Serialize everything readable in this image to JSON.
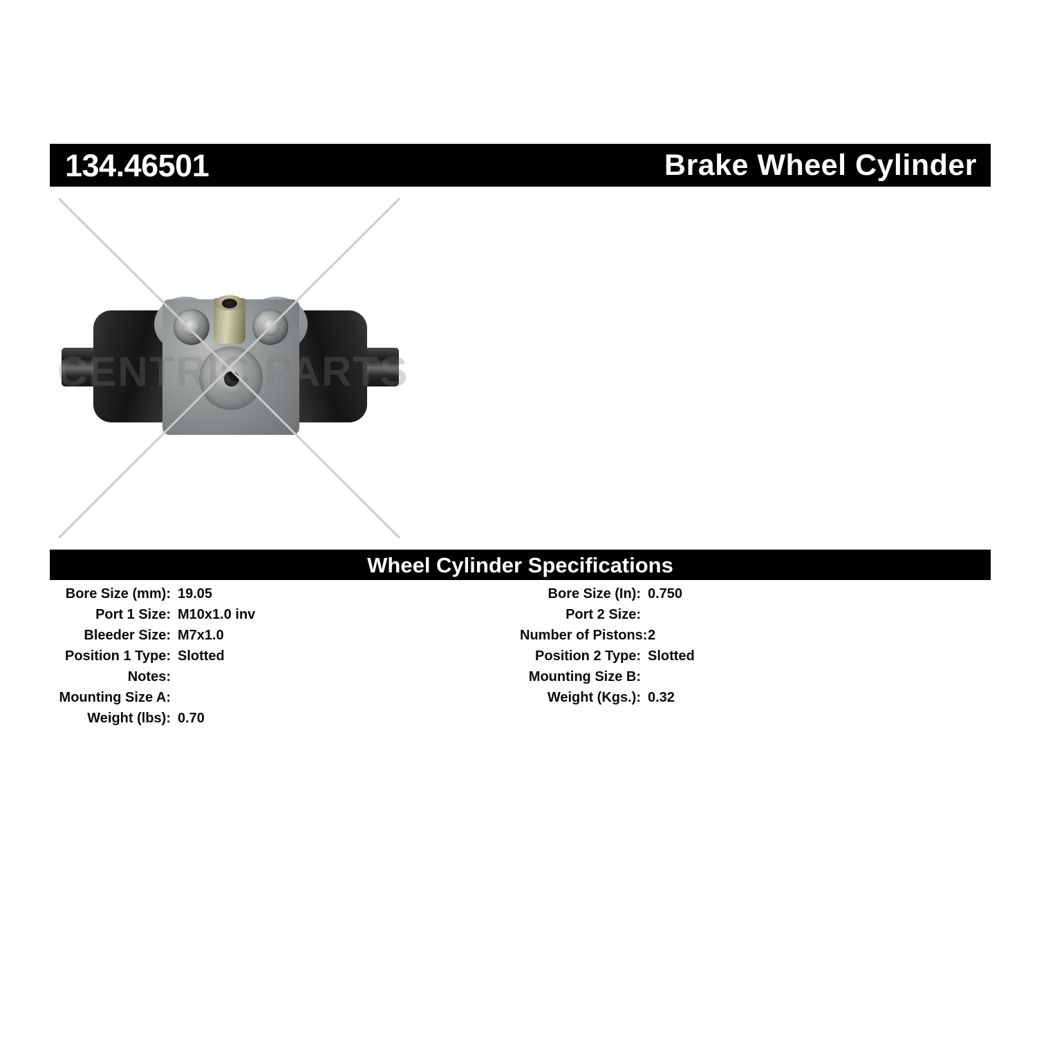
{
  "header": {
    "part_number": "134.46501",
    "product_title": "Brake Wheel Cylinder"
  },
  "product_image": {
    "watermark_text": "CENTRIC PARTS",
    "alt": "Brake wheel cylinder with two rubber boots, mounting bolts, bleeder screw and inlet port",
    "overlay": "diagonal-x-cross",
    "x_line_color": "#cccccc"
  },
  "specifications": {
    "section_title": "Wheel Cylinder Specifications",
    "left_column": [
      {
        "label": "Bore Size (mm):",
        "value": "19.05"
      },
      {
        "label": "Port 1 Size:",
        "value": "M10x1.0 inv"
      },
      {
        "label": "Bleeder Size:",
        "value": "M7x1.0"
      },
      {
        "label": "Position 1 Type:",
        "value": "Slotted"
      },
      {
        "label": "Notes:",
        "value": ""
      },
      {
        "label": "Mounting Size A:",
        "value": ""
      },
      {
        "label": "Weight (lbs):",
        "value": "0.70"
      }
    ],
    "right_column": [
      {
        "label": "Bore Size (In):",
        "value": "0.750"
      },
      {
        "label": "Port 2 Size:",
        "value": ""
      },
      {
        "label": "Number of Pistons:",
        "value": "2"
      },
      {
        "label": "Position 2 Type:",
        "value": "Slotted"
      },
      {
        "label": "Mounting Size B:",
        "value": ""
      },
      {
        "label": "Weight (Kgs.):",
        "value": "0.32"
      }
    ]
  },
  "colors": {
    "bar_background": "#000000",
    "bar_text": "#ffffff",
    "page_background": "#ffffff",
    "spec_text": "#0a0a0a"
  }
}
